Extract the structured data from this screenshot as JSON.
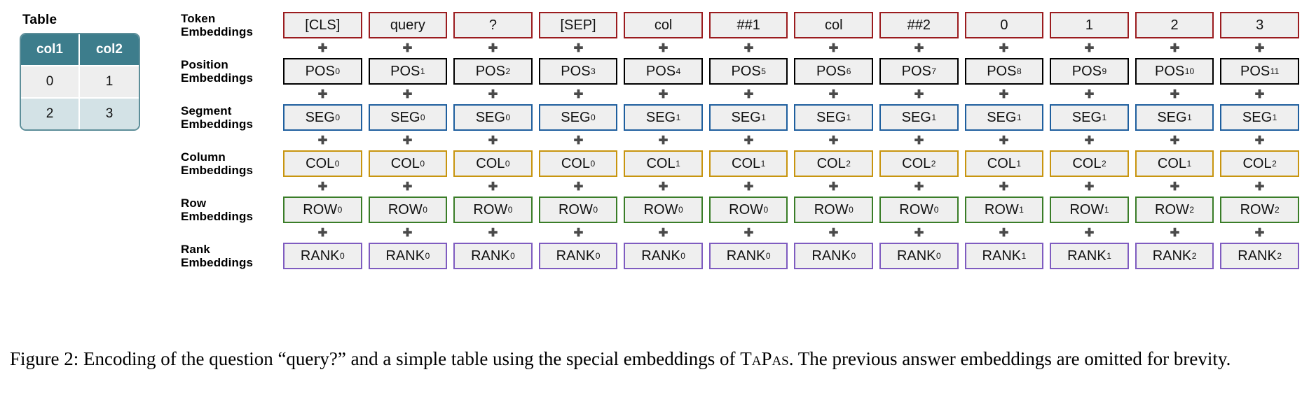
{
  "figure": {
    "table_panel": {
      "caption": "Table",
      "columns": [
        "col1",
        "col2"
      ],
      "rows": [
        [
          "0",
          "1"
        ],
        [
          "2",
          "3"
        ]
      ],
      "header_color": "#3d7d8c",
      "row_colors": [
        "#eeeeee",
        "#d3e2e6"
      ],
      "border_color": "#5d8e99"
    },
    "plus_symbol": "+",
    "rows": [
      {
        "name": "token",
        "label_line1": "Token",
        "label_line2": "Embeddings",
        "border_color": "#9b1c1f",
        "cells": [
          {
            "base": "[CLS]",
            "sub": ""
          },
          {
            "base": "query",
            "sub": ""
          },
          {
            "base": "?",
            "sub": ""
          },
          {
            "base": "[SEP]",
            "sub": ""
          },
          {
            "base": "col",
            "sub": ""
          },
          {
            "base": "##1",
            "sub": ""
          },
          {
            "base": "col",
            "sub": ""
          },
          {
            "base": "##2",
            "sub": ""
          },
          {
            "base": "0",
            "sub": ""
          },
          {
            "base": "1",
            "sub": ""
          },
          {
            "base": "2",
            "sub": ""
          },
          {
            "base": "3",
            "sub": ""
          }
        ]
      },
      {
        "name": "position",
        "label_line1": "Position",
        "label_line2": "Embeddings",
        "border_color": "#000000",
        "cells": [
          {
            "base": "POS",
            "sub": "0"
          },
          {
            "base": "POS",
            "sub": "1"
          },
          {
            "base": "POS",
            "sub": "2"
          },
          {
            "base": "POS",
            "sub": "3"
          },
          {
            "base": "POS",
            "sub": "4"
          },
          {
            "base": "POS",
            "sub": "5"
          },
          {
            "base": "POS",
            "sub": "6"
          },
          {
            "base": "POS",
            "sub": "7"
          },
          {
            "base": "POS",
            "sub": "8"
          },
          {
            "base": "POS",
            "sub": "9"
          },
          {
            "base": "POS",
            "sub": "10"
          },
          {
            "base": "POS",
            "sub": "11"
          }
        ]
      },
      {
        "name": "segment",
        "label_line1": "Segment",
        "label_line2": "Embeddings",
        "border_color": "#1f5f9e",
        "cells": [
          {
            "base": "SEG",
            "sub": "0"
          },
          {
            "base": "SEG",
            "sub": "0"
          },
          {
            "base": "SEG",
            "sub": "0"
          },
          {
            "base": "SEG",
            "sub": "0"
          },
          {
            "base": "SEG",
            "sub": "1"
          },
          {
            "base": "SEG",
            "sub": "1"
          },
          {
            "base": "SEG",
            "sub": "1"
          },
          {
            "base": "SEG",
            "sub": "1"
          },
          {
            "base": "SEG",
            "sub": "1"
          },
          {
            "base": "SEG",
            "sub": "1"
          },
          {
            "base": "SEG",
            "sub": "1"
          },
          {
            "base": "SEG",
            "sub": "1"
          }
        ]
      },
      {
        "name": "column",
        "label_line1": "Column",
        "label_line2": "Embeddings",
        "border_color": "#c8950f",
        "cells": [
          {
            "base": "COL",
            "sub": "0"
          },
          {
            "base": "COL",
            "sub": "0"
          },
          {
            "base": "COL",
            "sub": "0"
          },
          {
            "base": "COL",
            "sub": "0"
          },
          {
            "base": "COL",
            "sub": "1"
          },
          {
            "base": "COL",
            "sub": "1"
          },
          {
            "base": "COL",
            "sub": "2"
          },
          {
            "base": "COL",
            "sub": "2"
          },
          {
            "base": "COL",
            "sub": "1"
          },
          {
            "base": "COL",
            "sub": "2"
          },
          {
            "base": "COL",
            "sub": "1"
          },
          {
            "base": "COL",
            "sub": "2"
          }
        ]
      },
      {
        "name": "row",
        "label_line1": "Row",
        "label_line2": "Embeddings",
        "border_color": "#3a7d28",
        "cells": [
          {
            "base": "ROW",
            "sub": "0"
          },
          {
            "base": "ROW",
            "sub": "0"
          },
          {
            "base": "ROW",
            "sub": "0"
          },
          {
            "base": "ROW",
            "sub": "0"
          },
          {
            "base": "ROW",
            "sub": "0"
          },
          {
            "base": "ROW",
            "sub": "0"
          },
          {
            "base": "ROW",
            "sub": "0"
          },
          {
            "base": "ROW",
            "sub": "0"
          },
          {
            "base": "ROW",
            "sub": "1"
          },
          {
            "base": "ROW",
            "sub": "1"
          },
          {
            "base": "ROW",
            "sub": "2"
          },
          {
            "base": "ROW",
            "sub": "2"
          }
        ]
      },
      {
        "name": "rank",
        "label_line1": "Rank",
        "label_line2": "Embeddings",
        "border_color": "#7f5cc0",
        "cells": [
          {
            "base": "RANK",
            "sub": "0"
          },
          {
            "base": "RANK",
            "sub": "0"
          },
          {
            "base": "RANK",
            "sub": "0"
          },
          {
            "base": "RANK",
            "sub": "0"
          },
          {
            "base": "RANK",
            "sub": "0"
          },
          {
            "base": "RANK",
            "sub": "0"
          },
          {
            "base": "RANK",
            "sub": "0"
          },
          {
            "base": "RANK",
            "sub": "0"
          },
          {
            "base": "RANK",
            "sub": "1"
          },
          {
            "base": "RANK",
            "sub": "1"
          },
          {
            "base": "RANK",
            "sub": "2"
          },
          {
            "base": "RANK",
            "sub": "2"
          }
        ]
      }
    ],
    "caption": {
      "prefix": "Figure 2:  Encoding of the question “query?”  and a simple table using the special embeddings of ",
      "model_name": "TaPas",
      "suffix": ".  The previous answer embeddings are omitted for brevity."
    }
  }
}
